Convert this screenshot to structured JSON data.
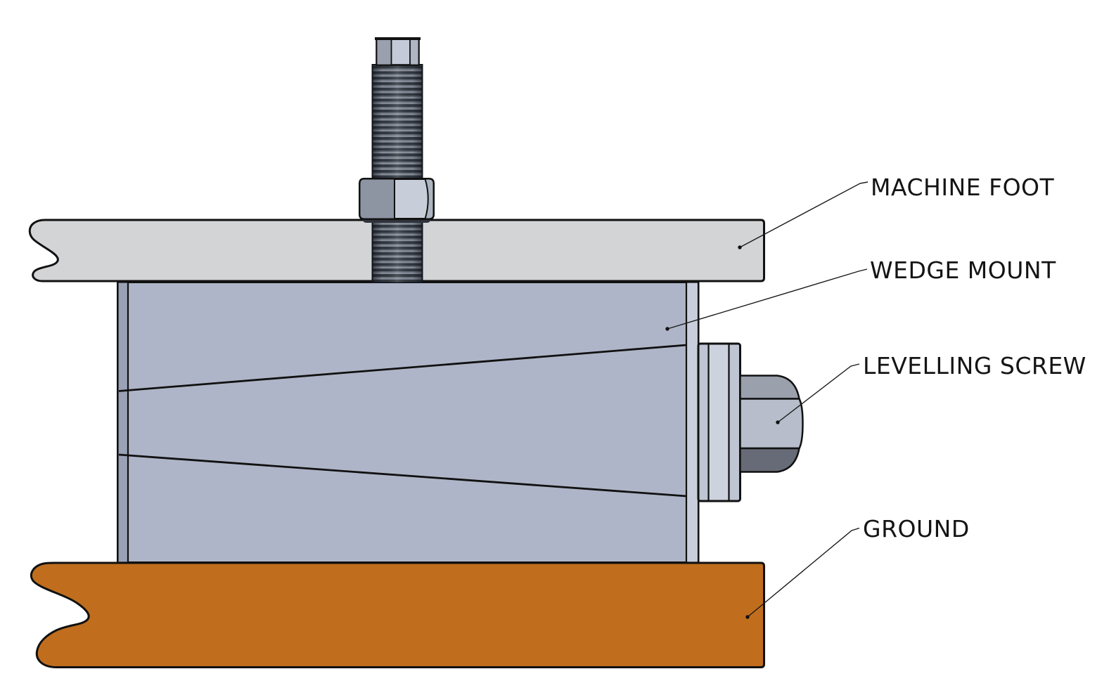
{
  "diagram": {
    "labels": {
      "machine_foot": "MACHINE FOOT",
      "wedge_mount": "WEDGE MOUNT",
      "levelling_screw": "LEVELLING SCREW",
      "ground": "GROUND"
    },
    "colors": {
      "machine_foot_fill": "#d3d4d6",
      "wedge_body_fill": "#aeb5c8",
      "wedge_left_edge_fill": "#9aa2b6",
      "wedge_right_edge_fill": "#c8cedb",
      "retainer_fill": "#bfc5d3",
      "retainer_sliver_fill": "#cdd3de",
      "screw_top_facet": "#9aa0ac",
      "screw_mid_facet": "#b7bdca",
      "screw_bottom_facet": "#666b77",
      "ground_fill": "#c06e1e",
      "stud_dark": "#30363f",
      "stud_mid": "#5c626d",
      "stud_light": "#848b97",
      "head_left_facet": "#9aa0ae",
      "head_mid_facet": "#c4cad7",
      "head_right_facet": "#b0b6c4",
      "nut_left_facet": "#8d94a2",
      "nut_mid_facet": "#c8ced9",
      "nut_right_facet": "#aeb5c2",
      "outline": "#111111"
    }
  }
}
